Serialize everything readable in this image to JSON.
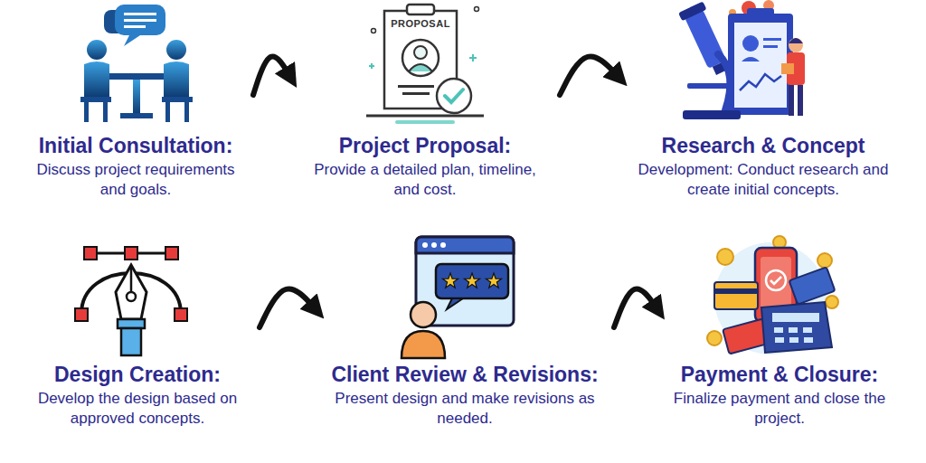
{
  "diagram": {
    "nodes": [
      {
        "text": [
          "Initial Consultation:",
          "Discuss project requirements and goals."
        ]
      },
      {
        "text": [
          "Project Proposal:",
          "Provide a detailed plan, timeline, and cost."
        ]
      },
      {
        "text": [
          "Research & Concept",
          "Development: Conduct research and create initial concepts."
        ]
      },
      {
        "text": [
          "Design Creation:",
          "Develop the design based on approved concepts."
        ]
      },
      {
        "text": [
          "Client Review & Revisions:",
          "Present design and make revisions as needed."
        ]
      },
      {
        "text": [
          "Payment & Closure:",
          "Finalize payment and close the project."
        ]
      }
    ],
    "edges": [
      {
        "from": 0,
        "to": 1,
        "arrow": "to"
      },
      {
        "from": 1,
        "to": 2,
        "arrow": "to"
      },
      {
        "from": 3,
        "to": 4,
        "arrow": "to"
      },
      {
        "from": 4,
        "to": 5,
        "arrow": "to"
      }
    ],
    "labels": [
      "PROPOSAL"
    ]
  }
}
